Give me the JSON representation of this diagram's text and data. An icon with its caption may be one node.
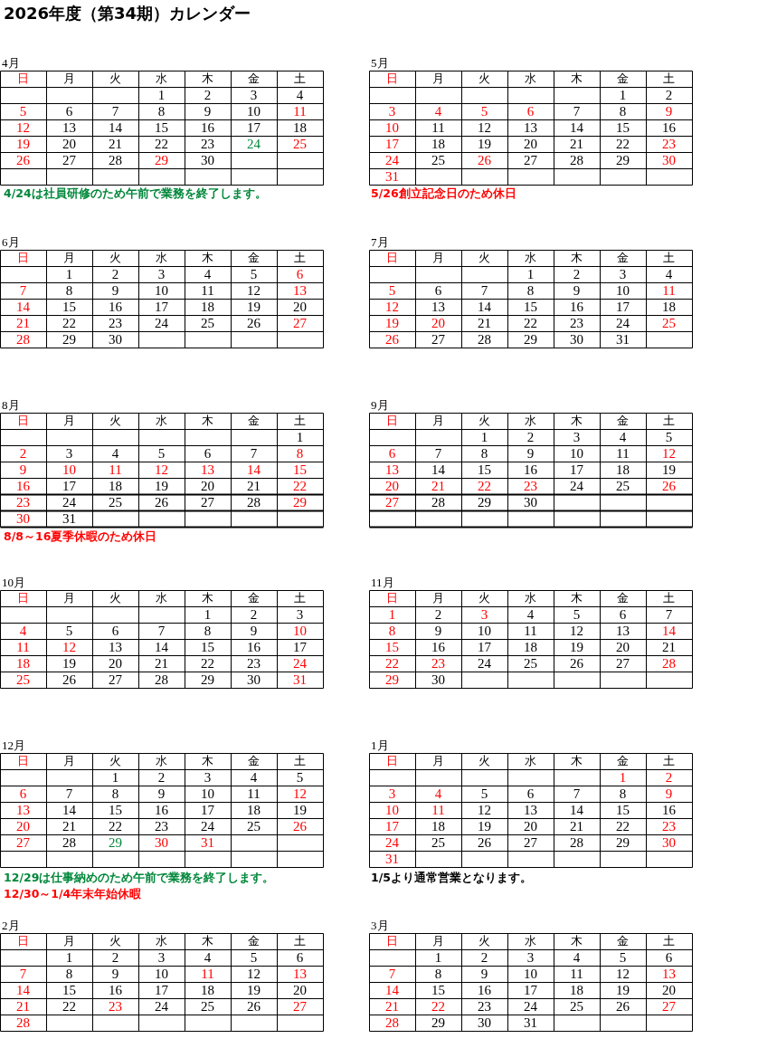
{
  "diagram": {
    "title": "2026年度（第34期）カレンダー",
    "labels": [
      "4月",
      "日",
      "月",
      "火",
      "水",
      "木",
      "金",
      "土",
      "1",
      "2",
      "3",
      "4",
      "5",
      "6",
      "7",
      "8",
      "9",
      "10",
      "11",
      "12",
      "13",
      "14",
      "15",
      "16",
      "17",
      "18",
      "19",
      "20",
      "21",
      "22",
      "23",
      "24",
      "25",
      "26",
      "27",
      "28",
      "29",
      "30",
      "4/24は社員研修のため午前で業務を終了します。",
      "5月",
      "日",
      "月",
      "火",
      "水",
      "木",
      "金",
      "土",
      "1",
      "2",
      "3",
      "4",
      "5",
      "6",
      "7",
      "8",
      "9",
      "10",
      "11",
      "12",
      "13",
      "14",
      "15",
      "16",
      "17",
      "18",
      "19",
      "20",
      "21",
      "22",
      "23",
      "24",
      "25",
      "26",
      "27",
      "28",
      "29",
      "30",
      "31",
      "5/26創立記念日のため休日",
      "6月",
      "日",
      "月",
      "火",
      "水",
      "木",
      "金",
      "土",
      "1",
      "2",
      "3",
      "4",
      "5",
      "6",
      "7",
      "8",
      "9",
      "10",
      "11",
      "12",
      "13",
      "14",
      "15",
      "16",
      "17",
      "18",
      "19",
      "20",
      "21",
      "22",
      "23",
      "24",
      "25",
      "26",
      "27",
      "28",
      "29",
      "30",
      "7月",
      "日",
      "月",
      "火",
      "水",
      "木",
      "金",
      "土",
      "1",
      "2",
      "3",
      "4",
      "5",
      "6",
      "7",
      "8",
      "9",
      "10",
      "11",
      "12",
      "13",
      "14",
      "15",
      "16",
      "17",
      "18",
      "19",
      "20",
      "21",
      "22",
      "23",
      "24",
      "25",
      "26",
      "27",
      "28",
      "29",
      "30",
      "31",
      "8月",
      "日",
      "月",
      "火",
      "水",
      "木",
      "金",
      "土",
      "1",
      "2",
      "3",
      "4",
      "5",
      "6",
      "7",
      "8",
      "9",
      "10",
      "11",
      "12",
      "13",
      "14",
      "15",
      "16",
      "17",
      "18",
      "19",
      "20",
      "21",
      "22",
      "23",
      "24",
      "25",
      "26",
      "27",
      "28",
      "29",
      "30",
      "31",
      "8/8～16夏季休暇のため休日",
      "9月",
      "日",
      "月",
      "火",
      "水",
      "木",
      "金",
      "土",
      "1",
      "2",
      "3",
      "4",
      "5",
      "6",
      "7",
      "8",
      "9",
      "10",
      "11",
      "12",
      "13",
      "14",
      "15",
      "16",
      "17",
      "18",
      "19",
      "20",
      "21",
      "22",
      "23",
      "24",
      "25",
      "26",
      "27",
      "28",
      "29",
      "30",
      "10月",
      "日",
      "月",
      "火",
      "水",
      "木",
      "金",
      "土",
      "1",
      "2",
      "3",
      "4",
      "5",
      "6",
      "7",
      "8",
      "9",
      "10",
      "11",
      "12",
      "13",
      "14",
      "15",
      "16",
      "17",
      "18",
      "19",
      "20",
      "21",
      "22",
      "23",
      "24",
      "25",
      "26",
      "27",
      "28",
      "29",
      "30",
      "31",
      "11月",
      "日",
      "月",
      "火",
      "水",
      "木",
      "金",
      "土",
      "1",
      "2",
      "3",
      "4",
      "5",
      "6",
      "7",
      "8",
      "9",
      "10",
      "11",
      "12",
      "13",
      "14",
      "15",
      "16",
      "17",
      "18",
      "19",
      "20",
      "21",
      "22",
      "23",
      "24",
      "25",
      "26",
      "27",
      "28",
      "29",
      "30",
      "12月",
      "日",
      "月",
      "火",
      "水",
      "木",
      "金",
      "土",
      "1",
      "2",
      "3",
      "4",
      "5",
      "6",
      "7",
      "8",
      "9",
      "10",
      "11",
      "12",
      "13",
      "14",
      "15",
      "16",
      "17",
      "18",
      "19",
      "20",
      "21",
      "22",
      "23",
      "24",
      "25",
      "26",
      "27",
      "28",
      "29",
      "30",
      "31",
      "12/29は仕事納めのため午前で業務を終了します。",
      "12/30～1/4年末年始休暇",
      "1月",
      "日",
      "月",
      "火",
      "水",
      "木",
      "金",
      "土",
      "1",
      "2",
      "3",
      "4",
      "5",
      "6",
      "7",
      "8",
      "9",
      "10",
      "11",
      "12",
      "13",
      "14",
      "15",
      "16",
      "17",
      "18",
      "19",
      "20",
      "21",
      "22",
      "23",
      "24",
      "25",
      "26",
      "27",
      "28",
      "29",
      "30",
      "31",
      "1/5より通常営業となります。",
      "2月",
      "日",
      "月",
      "火",
      "水",
      "木",
      "金",
      "土",
      "1",
      "2",
      "3",
      "4",
      "5",
      "6",
      "7",
      "8",
      "9",
      "10",
      "11",
      "12",
      "13",
      "14",
      "15",
      "16",
      "17",
      "18",
      "19",
      "20",
      "21",
      "22",
      "23",
      "24",
      "25",
      "26",
      "27",
      "28",
      "3月",
      "日",
      "月",
      "火",
      "水",
      "木",
      "金",
      "土",
      "1",
      "2",
      "3",
      "4",
      "5",
      "6",
      "7",
      "8",
      "9",
      "10",
      "11",
      "12",
      "13",
      "14",
      "15",
      "16",
      "17",
      "18",
      "19",
      "20",
      "21",
      "22",
      "23",
      "24",
      "25",
      "26",
      "27",
      "28",
      "29",
      "30",
      "31"
    ]
  }
}
